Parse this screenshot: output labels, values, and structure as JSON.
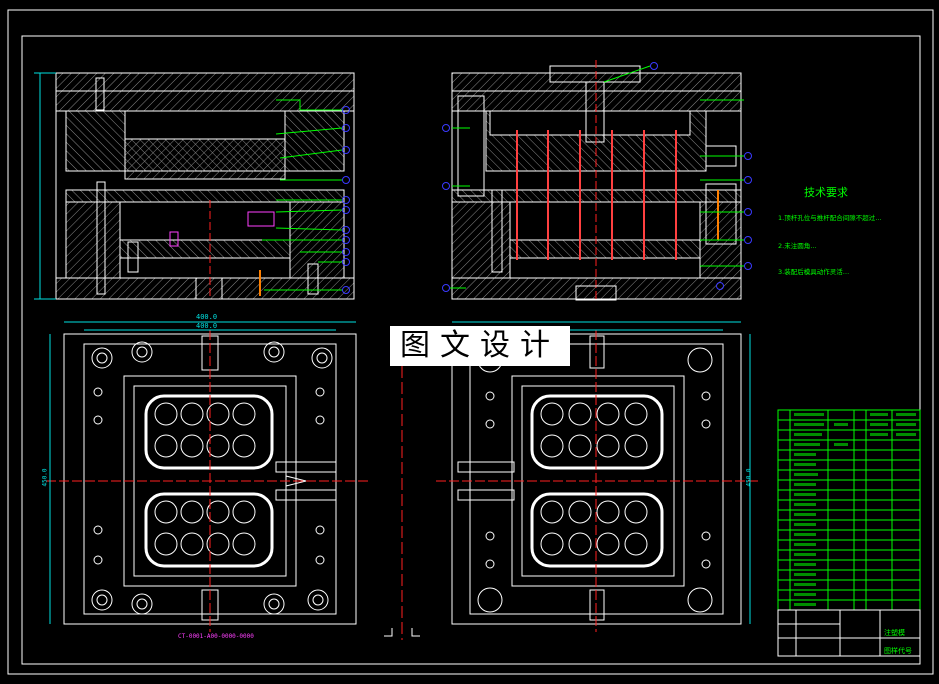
{
  "watermark": "图文设计",
  "tech_title": "技术要求",
  "tech_notes": [
    "1.顶杆孔位与推杆配合间隙不超过…",
    "2.未注圆角…",
    "3.装配后模具动作灵活…"
  ],
  "title_block": {
    "drawing_name": "注塑模",
    "scale_label": "图样代号"
  },
  "dims": {
    "top_width": "400.0",
    "top_width2": "400.0",
    "height_left": "450.0",
    "height_right": "450.0"
  },
  "part_label": "CT-0001-A00-0000-0000",
  "colors": {
    "outline": "#ffffff",
    "hatch": "#9a9a9a",
    "leader": "#00ff00",
    "center": "#ff2020",
    "dim": "#00e0e0",
    "balloon": "#3a3aff",
    "text": "#00ff00",
    "magenta": "#ff40ff"
  }
}
